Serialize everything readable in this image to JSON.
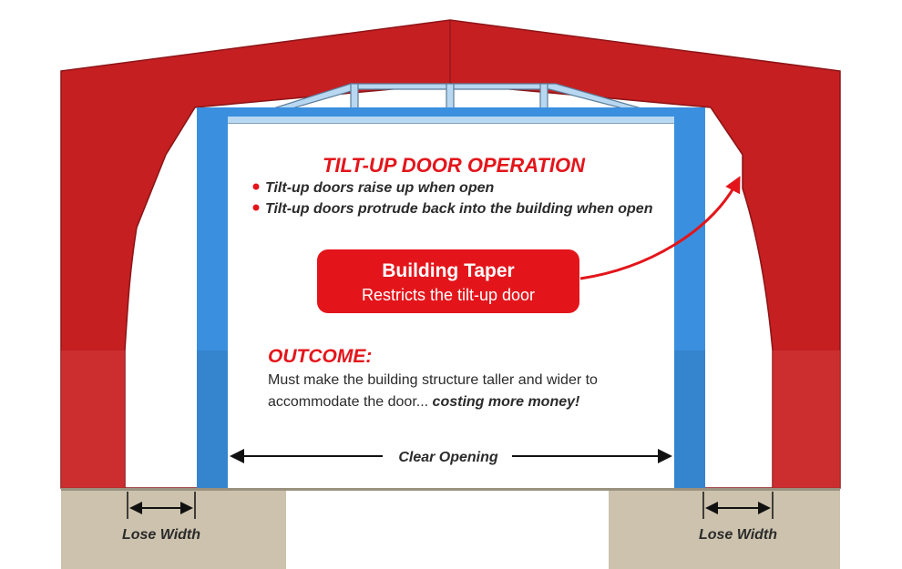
{
  "heading": "TILT-UP DOOR OPERATION",
  "bullets": [
    "Tilt-up doors raise up when open",
    "Tilt-up doors protrude back into the building when open"
  ],
  "callout": {
    "title": "Building Taper",
    "subtitle": "Restricts the tilt-up door"
  },
  "outcome": {
    "heading": "OUTCOME:",
    "line1": "Must make the building structure taller and wider to",
    "line2_plain": "accommodate the door... ",
    "line2_emphasis": "costing more money!"
  },
  "labels": {
    "clear_opening": "Clear Opening",
    "lose_width_left": "Lose Width",
    "lose_width_right": "Lose Width"
  },
  "colors": {
    "building_red": "#c51f22",
    "accent_red": "#e3151b",
    "door_frame_blue": "#3a8fdf",
    "truss_blue": "#b8d8f2",
    "concrete": "#ccc2ad",
    "text_dark": "#2b2b2b"
  }
}
